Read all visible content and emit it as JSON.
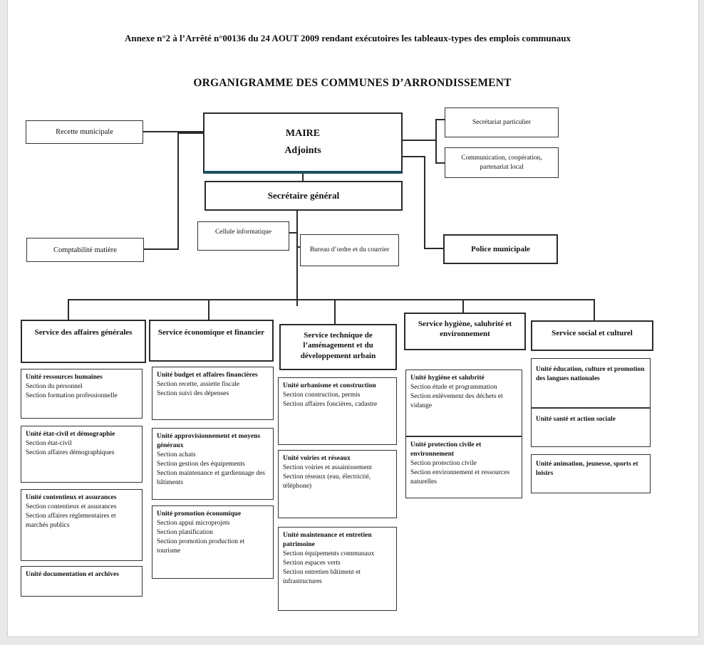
{
  "header": {
    "annexe_title": "Annexe n°2 à l’Arrêté n°00136 du 24 AOUT 2009 rendant exécutoires les tableaux-types des emplois communaux",
    "main_title": "ORGANIGRAMME DES COMMUNES D’ARRONDISSEMENT"
  },
  "top": {
    "recette": "Recette municipale",
    "maire_line1": "MAIRE",
    "maire_line2": "Adjoints",
    "secretariat_particulier": "Secrétariat particulier",
    "communication": "Communication, coopération, partenariat local",
    "secretaire_general": "Secrétaire général",
    "cellule_informatique": "Cellule informatique",
    "bureau_ordre": "Bureau d’ordre et du courrier",
    "comptabilite": "Comptabilité matière",
    "police": "Police municipale"
  },
  "colors": {
    "maire_accent": "#1e4f62",
    "box_border": "#2b2b2b",
    "page_bg": "#ffffff",
    "canvas_bg": "#e9e9e9"
  },
  "services": [
    {
      "label": "Service des affaires générales",
      "units": [
        {
          "title": "Unité ressources humaines",
          "sections": [
            "Section du personnel",
            "Section formation professionnelle"
          ]
        },
        {
          "title": "Unité état-civil et démographie",
          "sections": [
            "Section état-civil",
            "Section affaires démographiques"
          ]
        },
        {
          "title": "Unité contentieux et assurances",
          "sections": [
            "Section contentieux et assurances",
            "Section affaires réglementaires et marchés publics"
          ]
        },
        {
          "title": "Unité documentation et archives",
          "sections": []
        }
      ]
    },
    {
      "label": "Service économique et financier",
      "units": [
        {
          "title": "Unité budget et affaires financières",
          "sections": [
            "Section recette, assiette fiscale",
            "Section suivi des dépenses"
          ]
        },
        {
          "title": "Unité approvisionnement et moyens généraux",
          "sections": [
            "Section achats",
            "Section gestion des équipements",
            "Section maintenance et gardiennage des bâtiments"
          ]
        },
        {
          "title": "Unité promotion économique",
          "sections": [
            "Section appui microprojets",
            "Section planification",
            "Section promotion production et tourisme"
          ]
        }
      ]
    },
    {
      "label": "Service technique de l’aménagement et du développement urbain",
      "units": [
        {
          "title": "Unité urbanisme et construction",
          "sections": [
            "Section construction, permis",
            "Section affaires foncières, cadastre"
          ]
        },
        {
          "title": "Unité voiries et réseaux",
          "sections": [
            "Section voiries et assainissement",
            "Section réseaux (eau, électricité, téléphone)"
          ]
        },
        {
          "title": "Unité maintenance et entretien patrimoine",
          "sections": [
            "Section équipements communaux",
            "Section espaces verts",
            "Section entretien bâtiment et infrastructures"
          ]
        }
      ]
    },
    {
      "label": "Service hygiène, salubrité et environnement",
      "units": [
        {
          "title": "Unité hygiène et salubrité",
          "sections": [
            "Section étude et programmation",
            "Section enlèvement des déchets et vidange"
          ]
        },
        {
          "title": "Unité protection civile et environnement",
          "sections": [
            "Section protection civile",
            "Section environnement et ressources naturelles"
          ]
        }
      ]
    },
    {
      "label": "Service social et culturel",
      "units": [
        {
          "title": "Unité éducation, culture et promotion des langues nationales",
          "sections": []
        },
        {
          "title": "Unité santé et action sociale",
          "sections": []
        },
        {
          "title": "Unité animation, jeunesse, sports et loisirs",
          "sections": []
        }
      ]
    }
  ]
}
